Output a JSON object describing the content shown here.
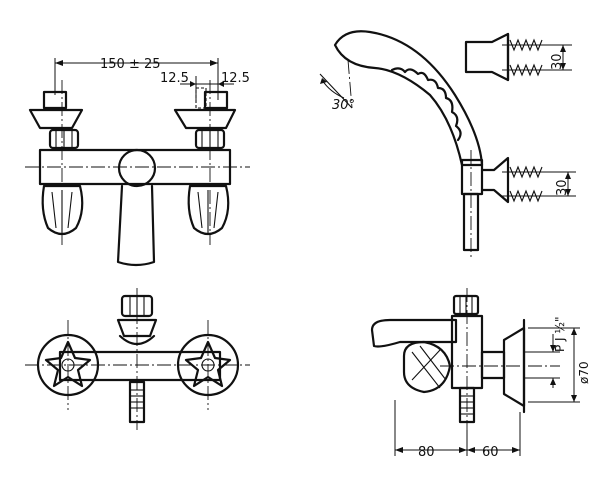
{
  "dimensions": {
    "top_spacing": "150 ± 25",
    "offset_left": "12.5",
    "offset_right": "12.5",
    "angle": "30°",
    "wall_height_upper": "30",
    "wall_height_lower": "30",
    "thread": "P J ½\"",
    "flange_diameter": "ø70",
    "spout_length": "80",
    "wall_depth": "60"
  }
}
